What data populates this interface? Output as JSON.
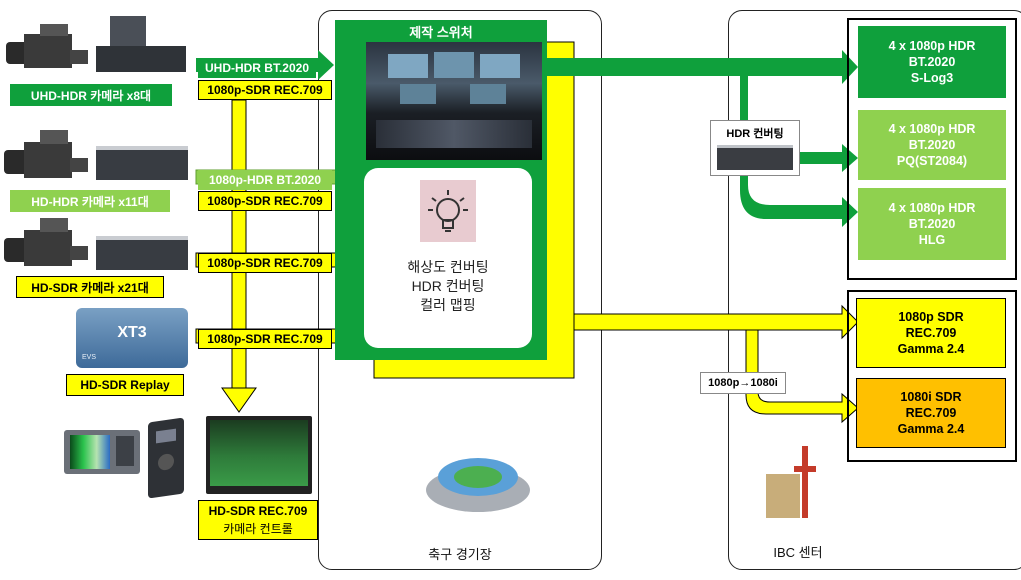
{
  "sources": {
    "uhd_hdr_camera": "UHD-HDR 카메라 x8대",
    "hd_hdr_camera": "HD-HDR 카메라 x11대",
    "hd_sdr_camera": "HD-SDR 카메라 x21대",
    "hd_sdr_replay": "HD-SDR Replay",
    "replay_device_text": "XT3",
    "replay_brand_text": "EVS"
  },
  "links": {
    "uhd_hdr": "UHD-HDR BT.2020",
    "sdr_709_a": "1080p-SDR REC.709",
    "hdr_2020": "1080p-HDR BT.2020",
    "sdr_709_b": "1080p-SDR REC.709",
    "sdr_709_c": "1080p-SDR REC.709",
    "sdr_709_d": "1080p-SDR REC.709"
  },
  "switcher": {
    "title": "제작 스위처",
    "function_line1": "해상도 컨버팅",
    "function_line2": "HDR 컨버팅",
    "function_line3": "컬러 맵핑"
  },
  "monitor": {
    "line1": "HD-SDR REC.709",
    "line2": "카메라 컨트롤"
  },
  "venue": {
    "stadium": "축구 경기장",
    "ibc": "IBC 센터"
  },
  "ibc": {
    "hdr_convert": "HDR 컨버팅",
    "p_to_i": "1080p→1080i"
  },
  "outputs": {
    "hdr_slog3": [
      "4 x 1080p HDR",
      "BT.2020",
      "S-Log3"
    ],
    "hdr_pq": [
      "4 x 1080p HDR",
      "BT.2020",
      "PQ(ST2084)"
    ],
    "hdr_hlg": [
      "4 x 1080p HDR",
      "BT.2020",
      "HLG"
    ],
    "sdr_1080p": [
      "1080p SDR",
      "REC.709",
      "Gamma 2.4"
    ],
    "sdr_1080i": [
      "1080i SDR",
      "REC.709",
      "Gamma 2.4"
    ]
  },
  "colors": {
    "dark_green": "#0fa03c",
    "light_green": "#8fd14f",
    "yellow": "#ffff00",
    "orange": "#ffc000"
  }
}
